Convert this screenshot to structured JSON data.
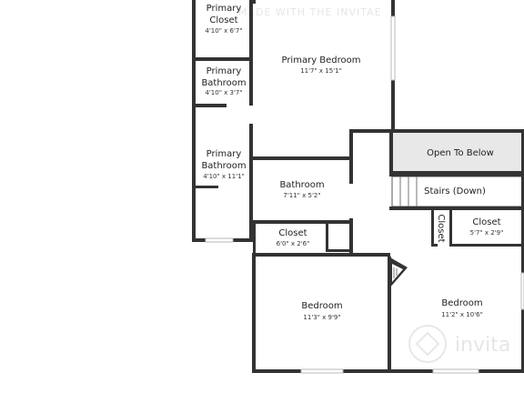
{
  "watermark_text": "MADE WITH THE INVITAE",
  "brand_text": "invita",
  "colors": {
    "wall": "#333333",
    "shaded_area": "#e8e8e8",
    "floor": "#ffffff",
    "watermark": "#e6e6e6"
  },
  "rooms": [
    {
      "name_lines": [
        "Primary",
        "Closet"
      ],
      "dims": "4'10\" x 6'7\""
    },
    {
      "name_lines": [
        "Primary",
        "Bathroom"
      ],
      "dims": "4'10\" x 3'7\""
    },
    {
      "name_lines": [
        "Primary",
        "Bathroom"
      ],
      "dims": "4'10\" x 11'1\""
    },
    {
      "name_lines": [
        "Primary Bedroom"
      ],
      "dims": "11'7\" x 15'1\""
    },
    {
      "name_lines": [
        "Bathroom"
      ],
      "dims": "7'11\" x 5'2\""
    },
    {
      "name_lines": [
        "Closet"
      ],
      "dims": "6'0\" x 2'6\""
    },
    {
      "name_lines": [
        "Bedroom"
      ],
      "dims": "11'3\" x 9'9\""
    },
    {
      "name_lines": [
        "Bedroom"
      ],
      "dims": "11'2\" x 10'6\""
    },
    {
      "name_lines": [
        "Closet"
      ],
      "dims": "5'7\" x 2'9\""
    },
    {
      "name_lines": [
        "Open To Below"
      ],
      "dims": ""
    },
    {
      "name_lines": [
        "Stairs (Down)"
      ],
      "dims": ""
    },
    {
      "name_lines": [
        "Closet"
      ],
      "dims": ""
    }
  ]
}
